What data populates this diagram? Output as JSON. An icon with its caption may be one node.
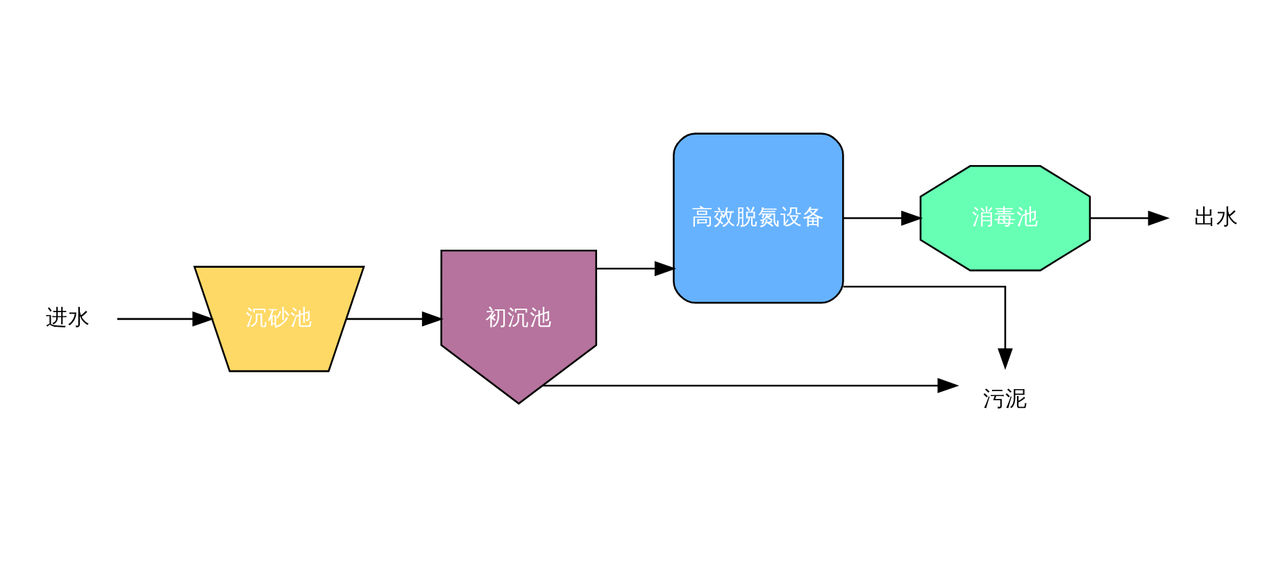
{
  "diagram": {
    "nodes": [
      {
        "text": [
          "进水"
        ]
      },
      {
        "text": [
          "沉砂池"
        ]
      },
      {
        "text": [
          "初沉池"
        ]
      },
      {
        "text": [
          "高效脱氮设备"
        ]
      },
      {
        "text": [
          "消毒池"
        ]
      },
      {
        "text": [
          "出水"
        ]
      },
      {
        "text": [
          "污泥"
        ]
      }
    ],
    "edges": [
      {
        "from": 0,
        "to": 1,
        "arrow": "to"
      },
      {
        "from": 1,
        "to": 2,
        "arrow": "to"
      },
      {
        "from": 2,
        "to": 3,
        "arrow": "to"
      },
      {
        "from": 3,
        "to": 4,
        "arrow": "to"
      },
      {
        "from": 4,
        "to": 5,
        "arrow": "to"
      },
      {
        "from": 2,
        "to": 6,
        "arrow": "to"
      },
      {
        "from": 3,
        "to": 6,
        "arrow": "to"
      }
    ]
  }
}
